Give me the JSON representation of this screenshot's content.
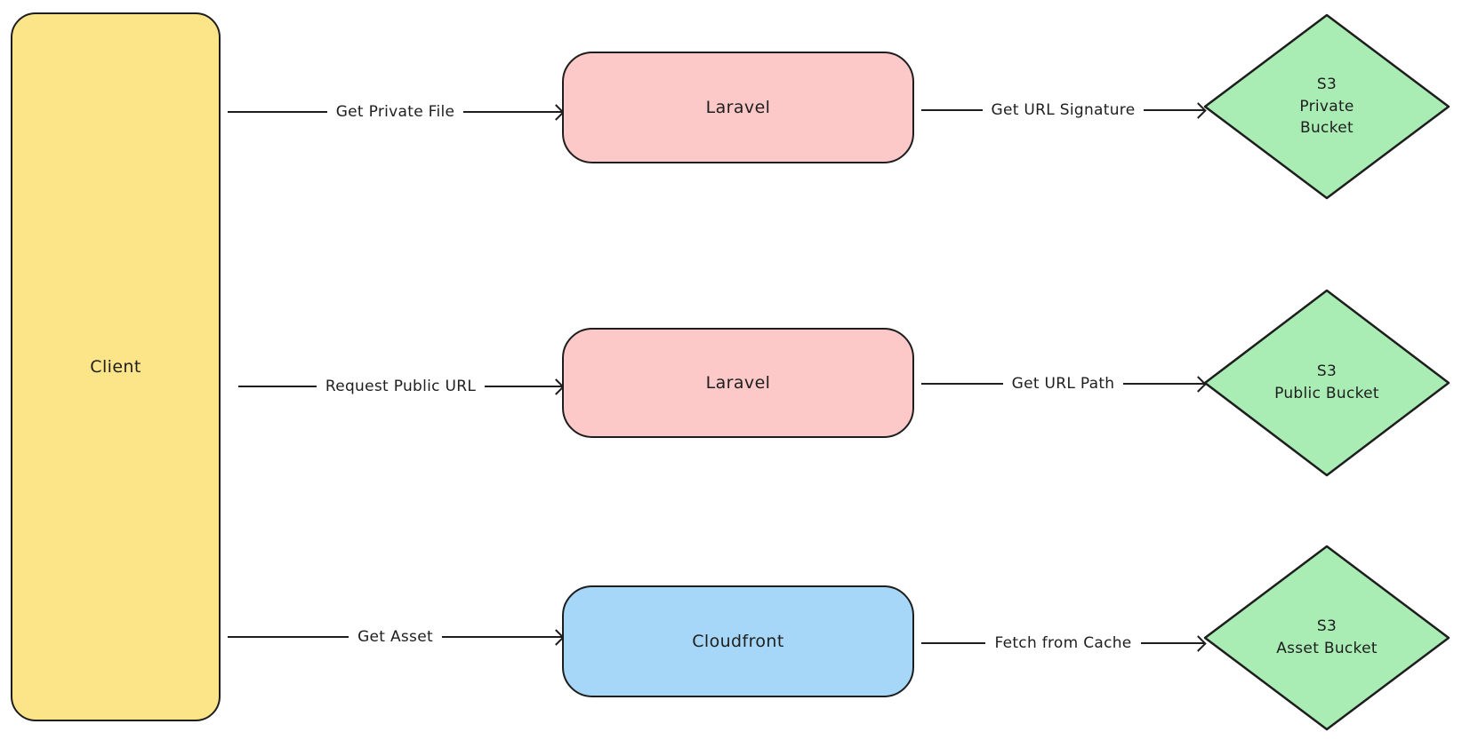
{
  "colors": {
    "client_fill": "#fce588",
    "laravel_fill": "#fcc8c8",
    "cloudfront_fill": "#a6d7f8",
    "bucket_fill": "#a9ecb4",
    "stroke": "#1e1e1e",
    "background": "#ffffff"
  },
  "client": {
    "label": "Client"
  },
  "rows": [
    {
      "request_label": "Get Private File",
      "service": "Laravel",
      "response_label": "Get URL Signature",
      "bucket": "S3\nPrivate\nBucket"
    },
    {
      "request_label": "Request Public URL",
      "service": "Laravel",
      "response_label": "Get URL Path",
      "bucket": "S3\nPublic Bucket"
    },
    {
      "request_label": "Get Asset",
      "service": "Cloudfront",
      "response_label": "Fetch from Cache",
      "bucket": "S3\nAsset Bucket"
    }
  ]
}
